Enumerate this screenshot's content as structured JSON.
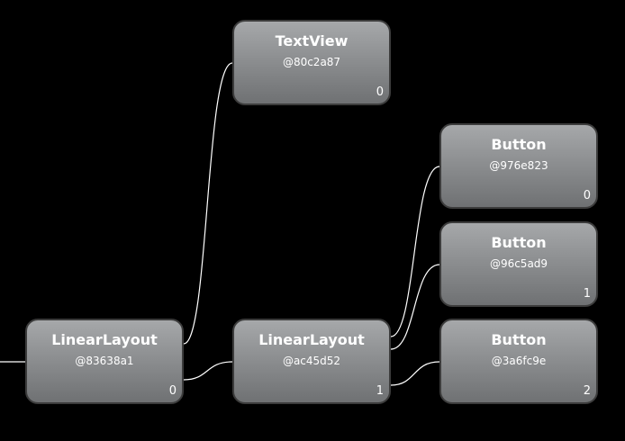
{
  "nodes": [
    {
      "key": "root",
      "title": "LinearLayout",
      "id": "@83638a1",
      "index": "0"
    },
    {
      "key": "textview",
      "title": "TextView",
      "id": "@80c2a87",
      "index": "0"
    },
    {
      "key": "inner",
      "title": "LinearLayout",
      "id": "@ac45d52",
      "index": "1"
    },
    {
      "key": "button0",
      "title": "Button",
      "id": "@976e823",
      "index": "0"
    },
    {
      "key": "button1",
      "title": "Button",
      "id": "@96c5ad9",
      "index": "1"
    },
    {
      "key": "button2",
      "title": "Button",
      "id": "@3a6fc9e",
      "index": "2"
    }
  ],
  "edges": [
    {
      "from": "root",
      "to": "textview"
    },
    {
      "from": "root",
      "to": "inner"
    },
    {
      "from": "inner",
      "to": "button0"
    },
    {
      "from": "inner",
      "to": "button1"
    },
    {
      "from": "inner",
      "to": "button2"
    }
  ],
  "colors": {
    "background": "#000000",
    "edge": "#ffffff",
    "node_border": "#3c3c3c",
    "node_text": "#ffffff"
  }
}
